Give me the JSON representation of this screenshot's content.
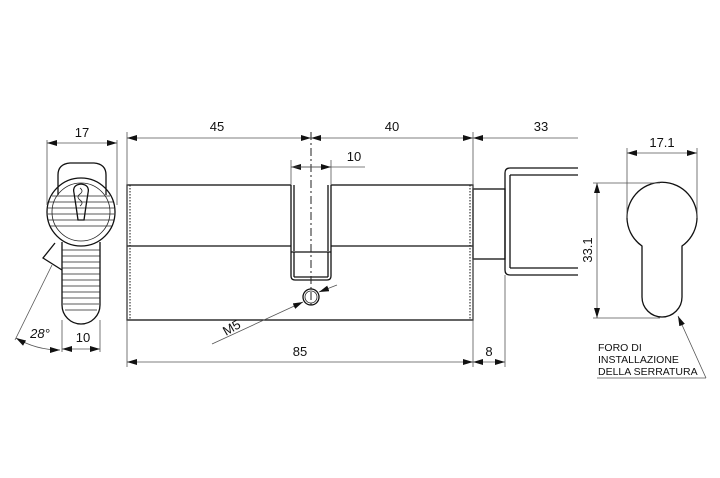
{
  "dimensions": {
    "front_width": "17",
    "lever_width": "10",
    "lever_angle": "28°",
    "length_a": "45",
    "length_b": "40",
    "knob_length": "33",
    "cam_width": "10",
    "total_length": "85",
    "neck_length": "8",
    "screw": "M5",
    "hole_width": "17.1",
    "hole_height": "33.1"
  },
  "note": {
    "line1": "FORO DI",
    "line2": "INSTALLAZIONE",
    "line3": "DELLA SERRATURA"
  }
}
